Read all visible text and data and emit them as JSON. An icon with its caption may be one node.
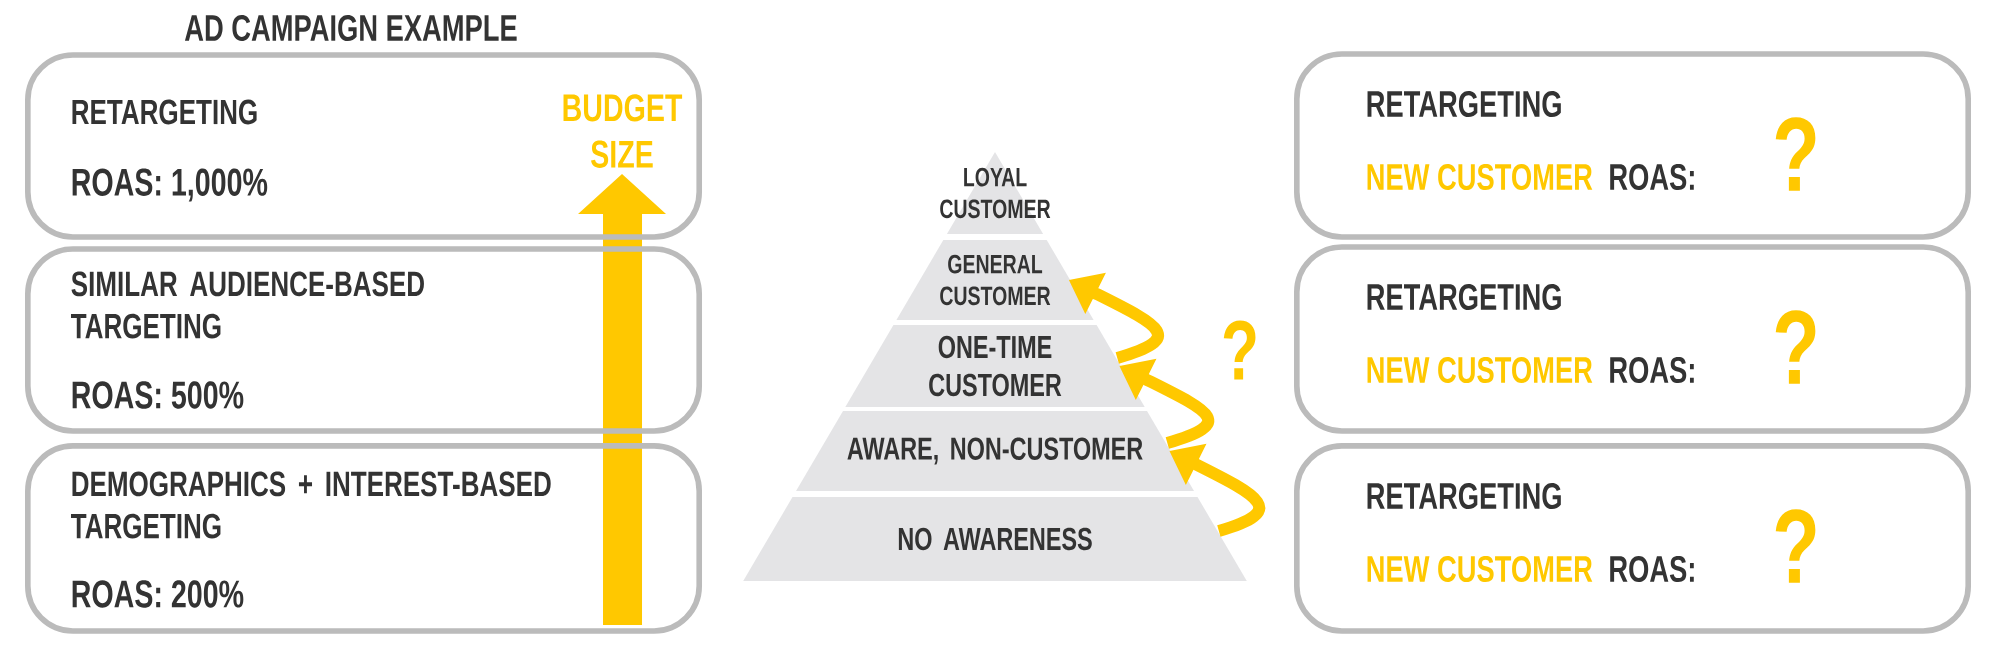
{
  "diagram": {
    "title": "AD CAMPAIGN EXAMPLE",
    "nodes": [
      {
        "text": [
          "RETARGETING",
          "ROAS: 1,000%"
        ]
      },
      {
        "text": [
          "SIMILAR AUDIENCE-BASED TARGETING",
          "ROAS: 500%"
        ]
      },
      {
        "text": [
          "DEMOGRAPHICS + INTEREST-BASED TARGETING",
          "ROAS: 200%"
        ]
      },
      {
        "text": [
          "LOYAL CUSTOMER"
        ]
      },
      {
        "text": [
          "GENERAL CUSTOMER"
        ]
      },
      {
        "text": [
          "ONE-TIME CUSTOMER"
        ]
      },
      {
        "text": [
          "AWARE, NON-CUSTOMER"
        ]
      },
      {
        "text": [
          "NO AWARENESS"
        ]
      },
      {
        "text": [
          "RETARGETING",
          "NEW CUSTOMER",
          "ROAS:",
          "?"
        ]
      },
      {
        "text": [
          "RETARGETING",
          "NEW CUSTOMER",
          "ROAS:",
          "?"
        ]
      },
      {
        "text": [
          "RETARGETING",
          "NEW CUSTOMER",
          "ROAS:",
          "?"
        ]
      }
    ],
    "edges": [
      {
        "from": 7,
        "to": 6,
        "arrow": "to"
      },
      {
        "from": 6,
        "to": 5,
        "arrow": "to"
      },
      {
        "from": 5,
        "to": 4,
        "arrow": "to"
      }
    ],
    "labels": [
      "BUDGET SIZE",
      "?"
    ]
  }
}
